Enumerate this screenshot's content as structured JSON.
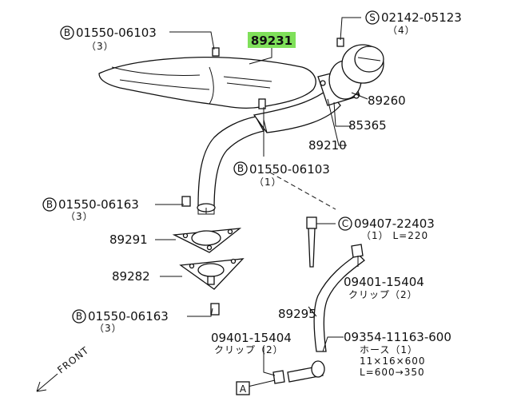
{
  "callouts": {
    "b_top_left": {
      "prefix": "B",
      "code": "01550-06103",
      "qty": "（3）"
    },
    "s_top_right": {
      "prefix": "S",
      "code": "02142-05123",
      "qty": "（4）"
    },
    "highlight": {
      "code": "89231"
    },
    "p89260": {
      "code": "89260"
    },
    "p85365": {
      "code": "85365"
    },
    "p89210": {
      "code": "89210"
    },
    "b_center": {
      "prefix": "B",
      "code": "01550-06103",
      "qty": "（1）"
    },
    "b_mid_left": {
      "prefix": "B",
      "code": "01550-06163",
      "qty": "（3）"
    },
    "c_clamp": {
      "prefix": "C",
      "code": "09407-22403",
      "qty": "（1） L=220"
    },
    "p89291": {
      "code": "89291"
    },
    "clip_right": {
      "code": "09401-15404",
      "desc": "クリップ（2）"
    },
    "p89282": {
      "code": "89282"
    },
    "p89295": {
      "code": "89295"
    },
    "b_bottom": {
      "prefix": "B",
      "code": "01550-06163",
      "qty": "（3）"
    },
    "clip_bottom": {
      "code": "09401-15404",
      "desc": "クリップ（2）"
    },
    "hose": {
      "code": "09354-11163-600",
      "line1": "ホース（1）",
      "line2": "11×16×600",
      "line3": "L=600→350"
    },
    "ref_a": {
      "label": "A"
    },
    "front": {
      "label": "FRONT"
    }
  }
}
